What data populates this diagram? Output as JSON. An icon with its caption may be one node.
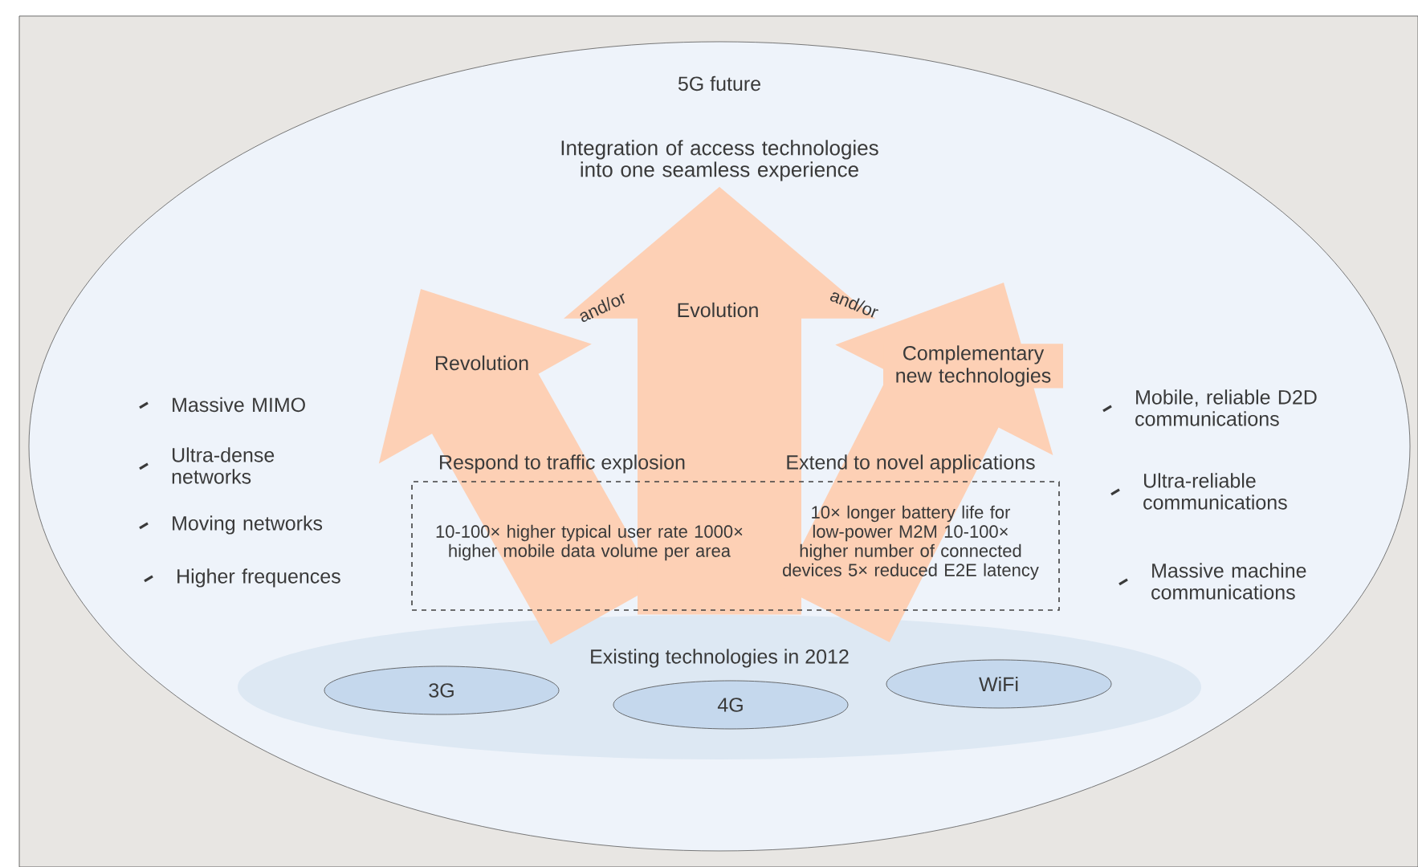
{
  "diagram": {
    "nodes": [
      {
        "text": [
          "5G future"
        ]
      },
      {
        "text": [
          "Integration of access technologies into one seamless experience"
        ],
        "in": 0
      },
      {
        "text": [
          "Respond to traffic explosion",
          "10-100× higher typical user rate 1000× higher mobile data volume per area",
          "Extend to novel applications",
          "10× longer battery life for low-power M2M 10-100× higher number of connected devices 5× reduced E2E latency"
        ],
        "in": 0
      },
      {
        "text": [
          "Existing technologies in 2012"
        ],
        "in": 0
      },
      {
        "text": [
          "3G"
        ],
        "in": 3
      },
      {
        "text": [
          "4G"
        ],
        "in": 3
      },
      {
        "text": [
          "WiFi"
        ],
        "in": 3
      }
    ],
    "edges": [
      {
        "from": 3,
        "to": null,
        "arrow": "to",
        "label": "Revolution"
      },
      {
        "from": 3,
        "to": 1,
        "arrow": "to",
        "label": "Evolution"
      },
      {
        "from": 3,
        "to": null,
        "arrow": "to",
        "label": "Complementary new technologies"
      }
    ],
    "labels": [
      "and/or",
      "and/or",
      "Massive MIMO",
      "Ultra-dense networks",
      "Moving networks",
      "Higher frequences",
      "Mobile, reliable D2D communications",
      "Ultra-reliable communications",
      "Massive machine communications"
    ]
  }
}
